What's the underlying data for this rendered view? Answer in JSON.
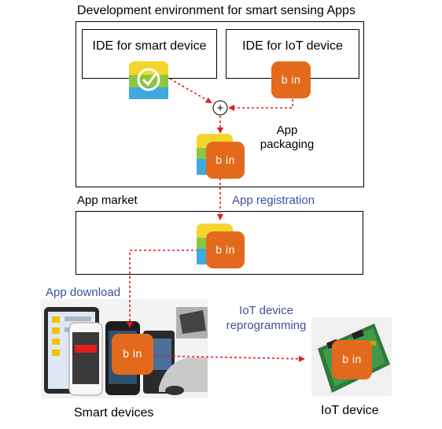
{
  "dev_env": {
    "title": "Development environment for smart sensing Apps",
    "ide_smart": "IDE for smart device",
    "ide_iot": "IDE for IoT device",
    "plus_symbol": "+",
    "packaging_line1": "App",
    "packaging_line2": "packaging"
  },
  "market": {
    "title": "App market",
    "registration": "App registration"
  },
  "download": {
    "label": "App download"
  },
  "reprogramming": {
    "line1": "IoT device",
    "line2": "reprogramming"
  },
  "targets": {
    "smart_devices": "Smart devices",
    "iot_device": "IoT device"
  },
  "bin_label": "b in",
  "colors": {
    "bin_orange": "#e36a1c",
    "arrow_red": "#e02020",
    "label_blue": "#3f4f9f"
  },
  "icons": [
    "check-app-icon",
    "bin-package-icon",
    "plus-circle-icon"
  ]
}
